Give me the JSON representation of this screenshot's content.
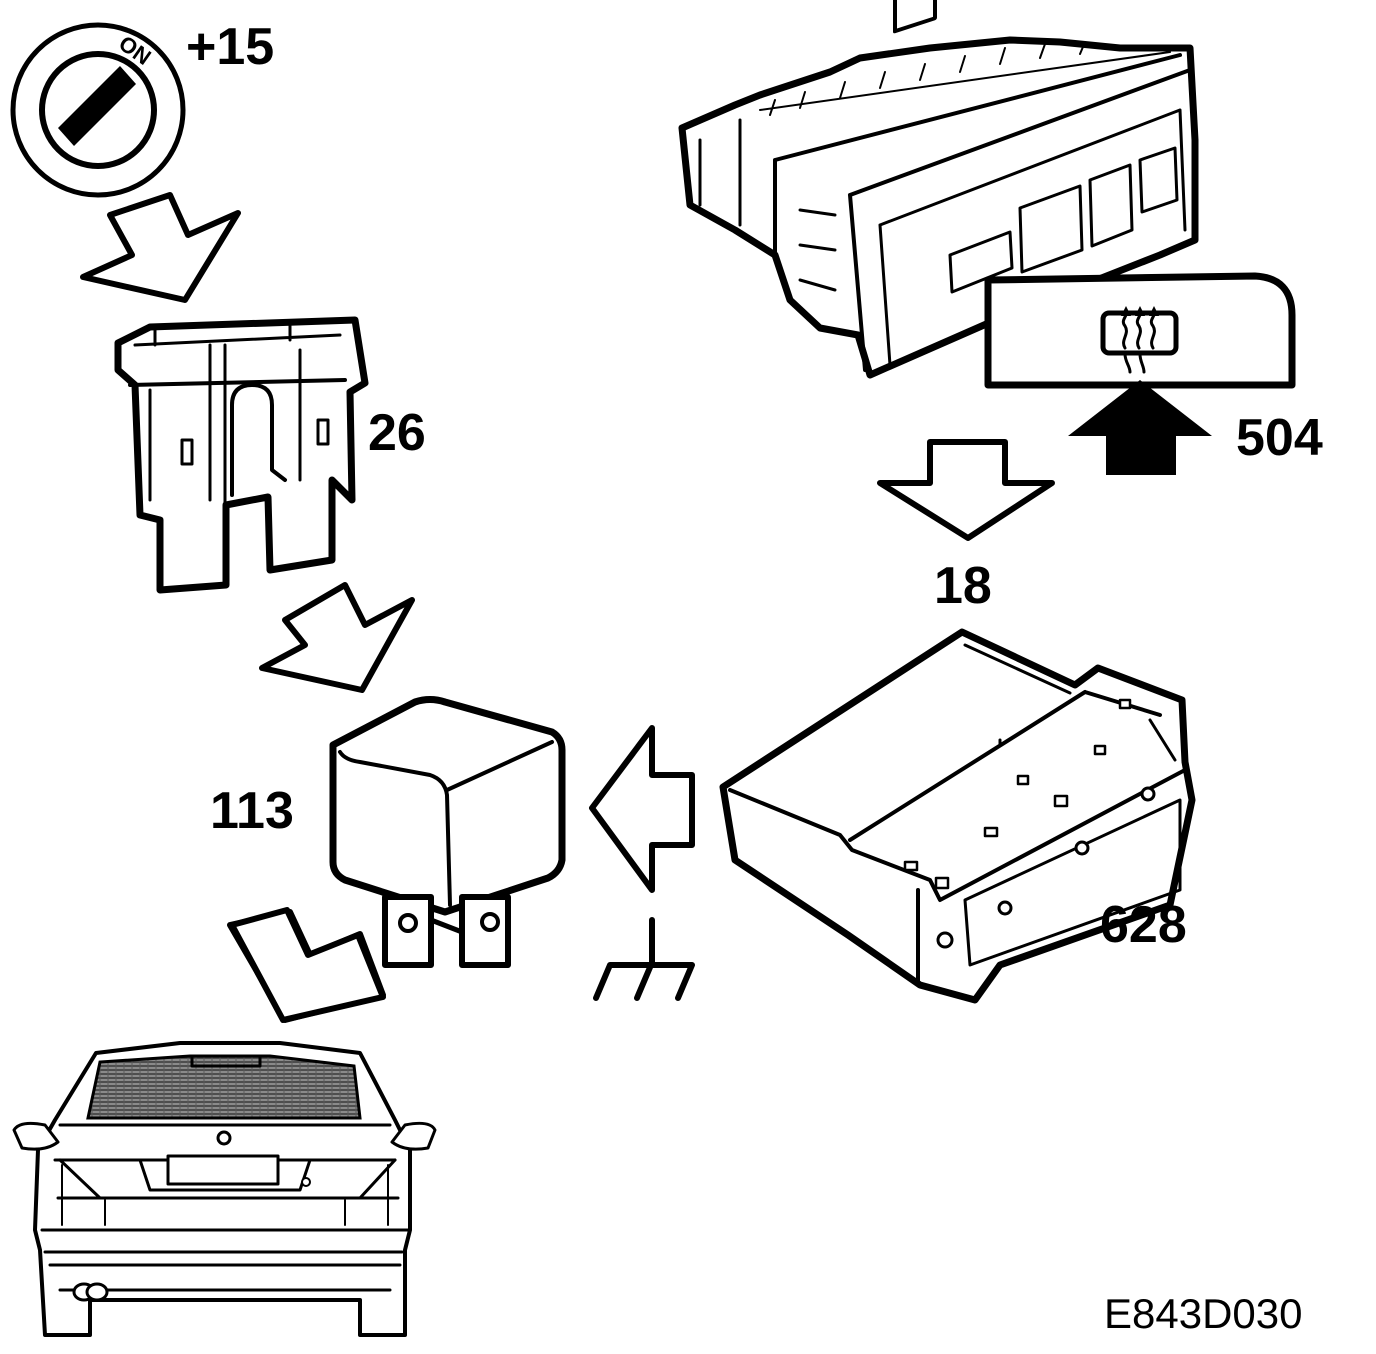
{
  "labels": {
    "ignition": "+15",
    "ignition_on": "ON",
    "fuse": "26",
    "heater_switch": "504",
    "signal": "18",
    "relay": "113",
    "control_module": "628"
  },
  "figure_code": "E843D030",
  "colors": {
    "ink": "#000000",
    "paper": "#ffffff",
    "window_hatch": "#6e6e6e"
  },
  "icons": [
    "ignition-switch-icon",
    "fuse-icon",
    "relay-icon",
    "ground-symbol-icon",
    "climate-control-panel-icon",
    "rear-defrost-icon",
    "control-module-icon",
    "car-rear-view-icon",
    "outline-arrow-icon",
    "solid-arrow-icon"
  ]
}
